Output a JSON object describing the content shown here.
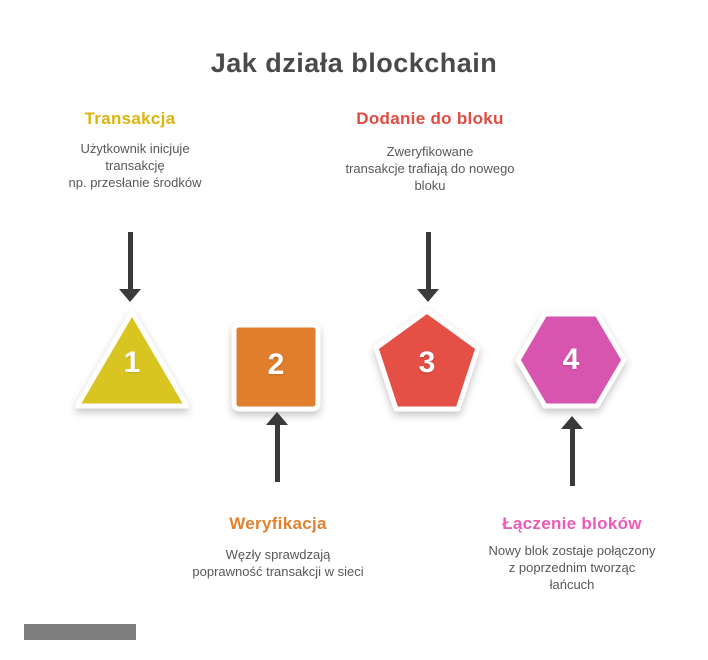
{
  "title": "Jak działa blockchain",
  "arrow_color": "#3a3a3c",
  "footer_bar_color": "#7f7f7f",
  "steps": [
    {
      "number": "1",
      "label": "Transakcja",
      "label_color": "#dcb40e",
      "shape": "triangle",
      "shape_color": "#d9c522",
      "desc": "Użytkownik inicjuje\ntransakcję\nnp. przesłanie środków"
    },
    {
      "number": "2",
      "label": "Weryfikacja",
      "label_color": "#e0822f",
      "shape": "square",
      "shape_color": "#e07e2d",
      "desc": "Węzły sprawdzają\npoprawność transakcji w sieci"
    },
    {
      "number": "3",
      "label": "Dodanie do bloku",
      "label_color": "#e24b41",
      "shape": "pentagon",
      "shape_color": "#e44f46",
      "desc": "Zweryfikowane\ntransakcje trafiają do nowego\nbloku"
    },
    {
      "number": "4",
      "label": "Łączenie bloków",
      "label_color": "#ec5ab8",
      "shape": "hexagon",
      "shape_color": "#d855af",
      "desc": "Nowy blok zostaje połączony\nz poprzednim tworząc\nłańcuch"
    }
  ]
}
